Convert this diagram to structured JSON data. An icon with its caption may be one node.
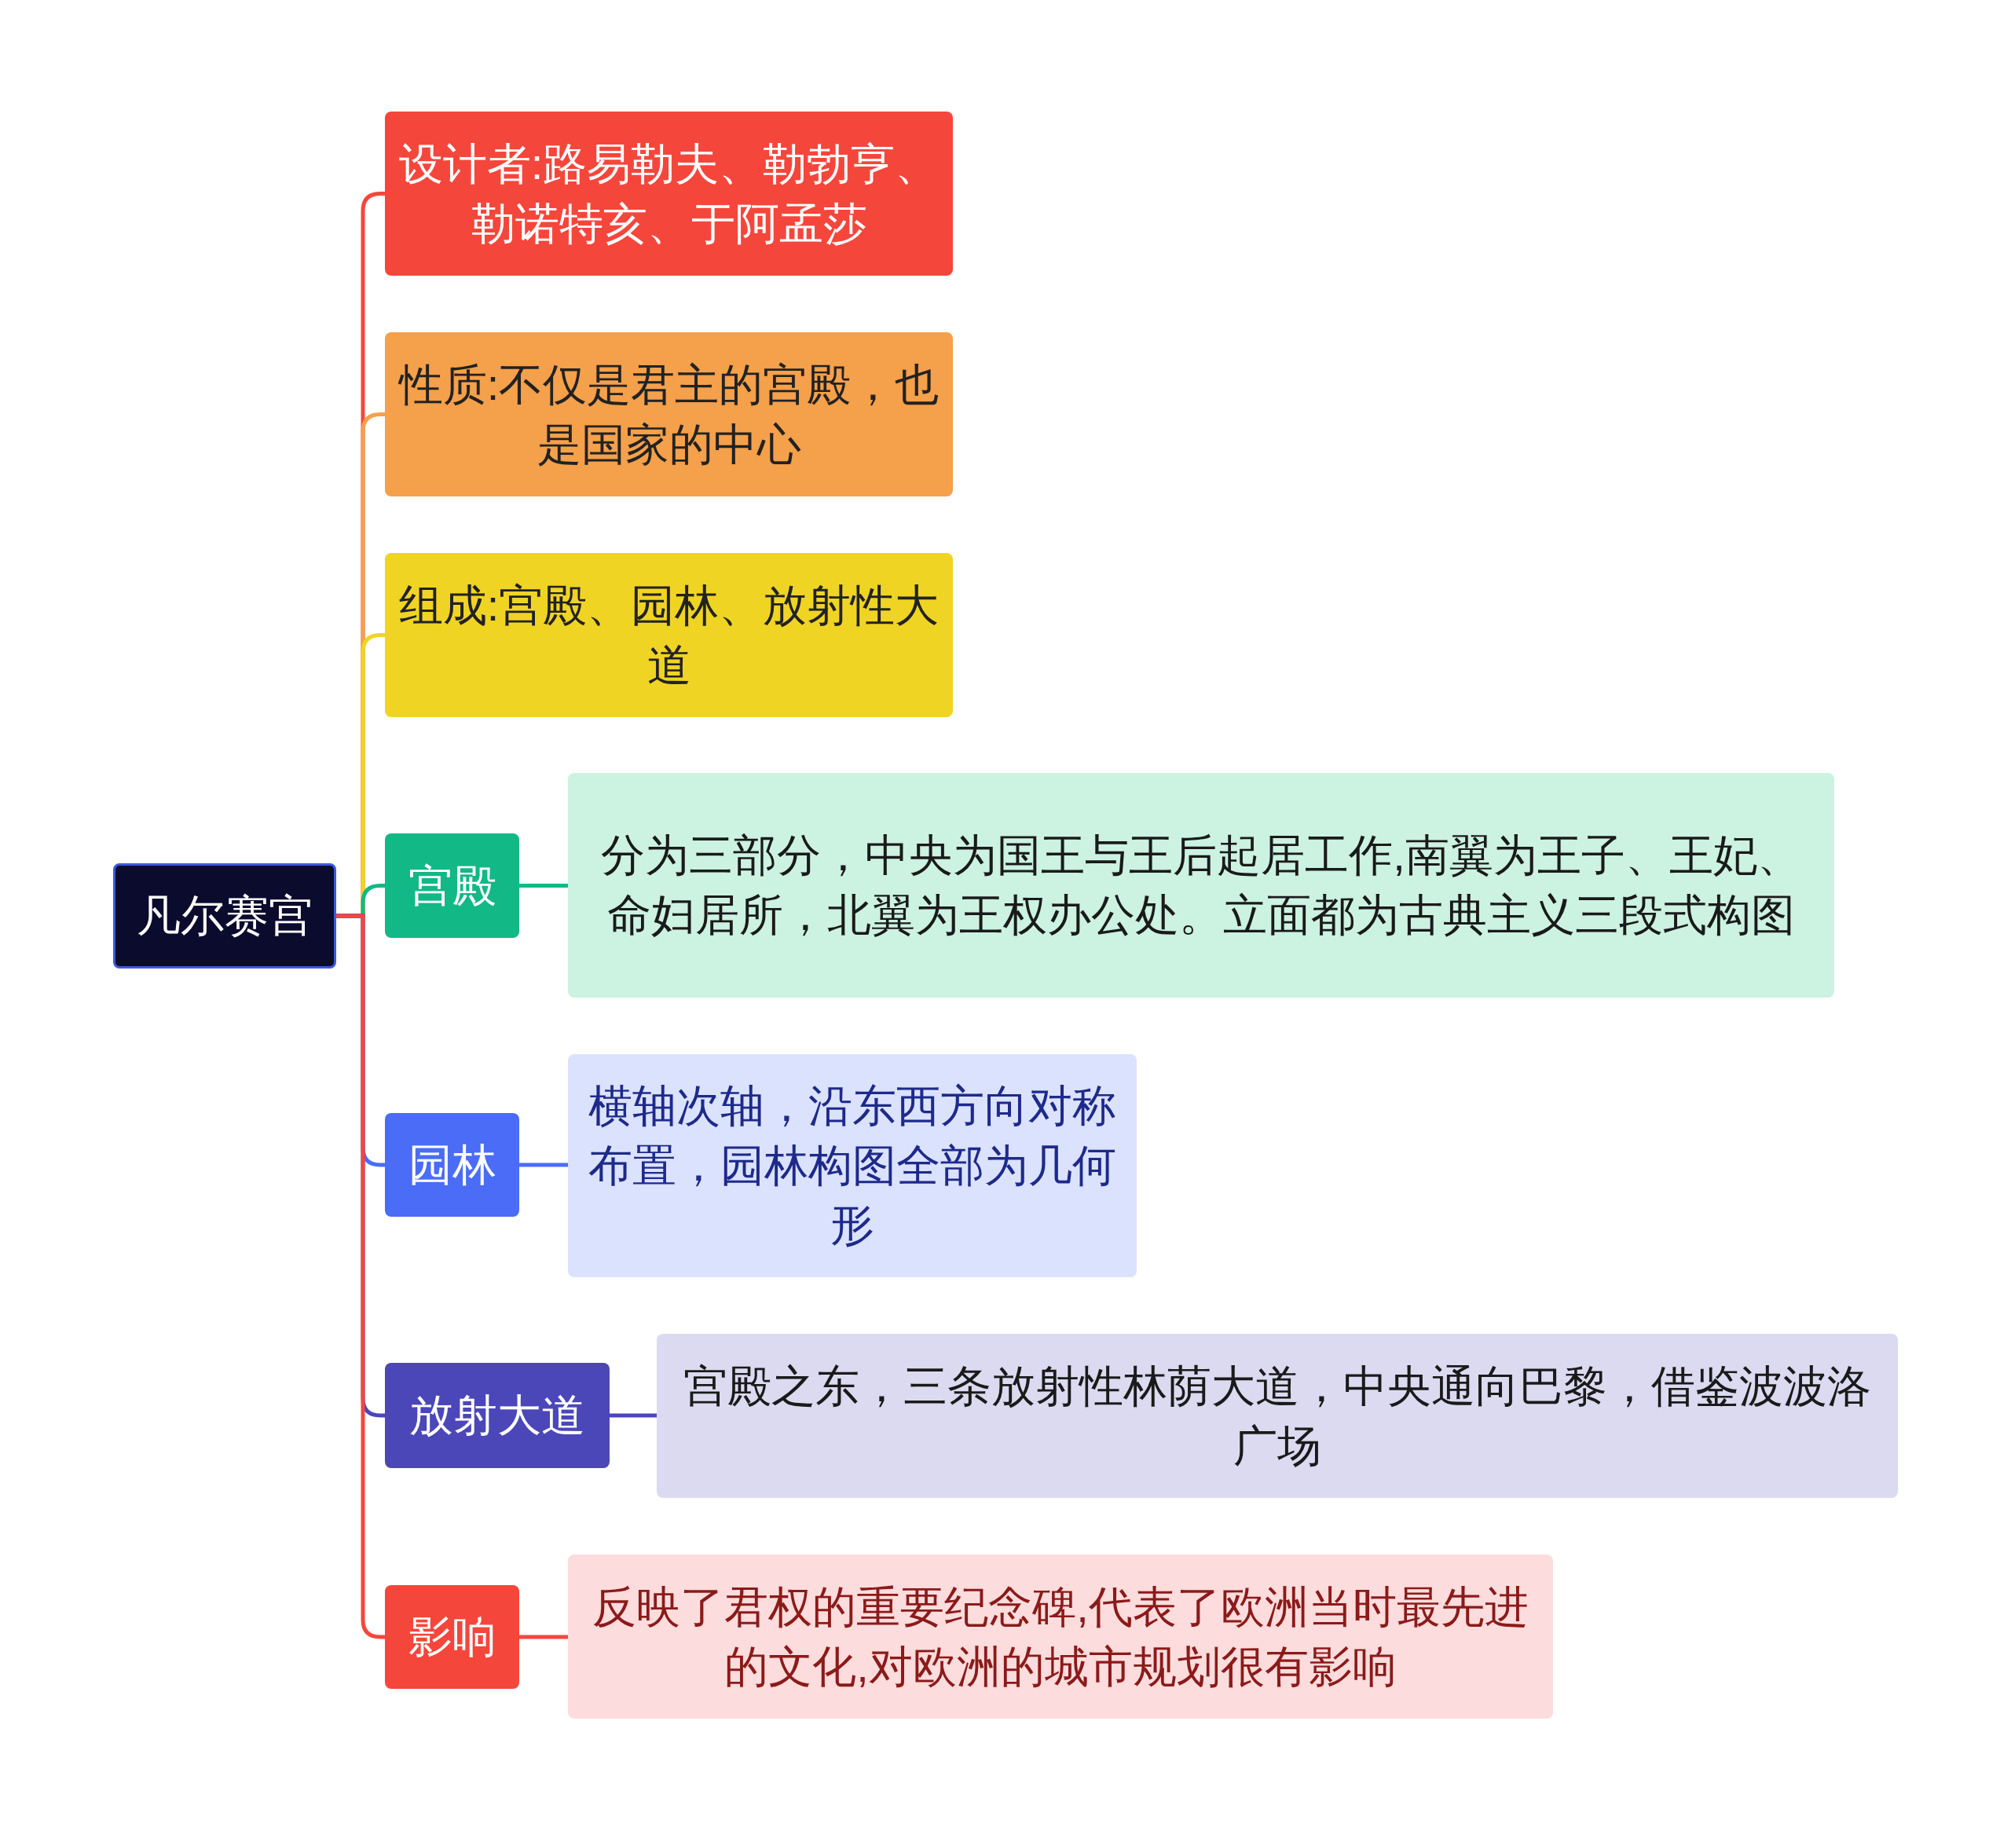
{
  "diagram": {
    "nodes": [
      {
        "text": [
          "凡尔赛宫"
        ]
      },
      {
        "text": [
          "设计者:路易勒夫、勒勃亨、勒诺特亥、于阿孟莎"
        ]
      },
      {
        "text": [
          "性质:不仅是君主的宫殿，也是国家的中心"
        ]
      },
      {
        "text": [
          "组成:宫殿、园林、放射性大道"
        ]
      },
      {
        "text": [
          "宫殿"
        ]
      },
      {
        "text": [
          "分为三部分，中央为国王与王后起居工作,南翼为王子、王妃、命妇居所，北翼为王权办公处。立面都为古典主义三段式构图"
        ]
      },
      {
        "text": [
          "园林"
        ]
      },
      {
        "text": [
          "横轴次轴，沿东西方向对称布置，园林构图全部为几何形"
        ]
      },
      {
        "text": [
          "放射大道"
        ]
      },
      {
        "text": [
          "宫殿之东，三条放射性林荫大道，中央通向巴黎，借鉴波波洛广场"
        ]
      },
      {
        "text": [
          "影响"
        ]
      },
      {
        "text": [
          "反映了君权的重要纪念碑,代表了欧洲当时最先进的文化,对欧洲的城市规划很有影响"
        ]
      }
    ],
    "edges": [
      {
        "from": 0,
        "to": 1,
        "arrow": "none",
        "color": "#f5463c"
      },
      {
        "from": 0,
        "to": 2,
        "arrow": "none",
        "color": "#f5a04a"
      },
      {
        "from": 0,
        "to": 3,
        "arrow": "none",
        "color": "#f0d424"
      },
      {
        "from": 0,
        "to": 4,
        "arrow": "none",
        "color": "#12b886"
      },
      {
        "from": 0,
        "to": 6,
        "arrow": "none",
        "color": "#4a6cf7"
      },
      {
        "from": 0,
        "to": 8,
        "arrow": "none",
        "color": "#4b47b8"
      },
      {
        "from": 0,
        "to": 10,
        "arrow": "none",
        "color": "#f5463c"
      },
      {
        "from": 4,
        "to": 5,
        "arrow": "none",
        "color": "#12b886"
      },
      {
        "from": 6,
        "to": 7,
        "arrow": "none",
        "color": "#4a6cf7"
      },
      {
        "from": 8,
        "to": 9,
        "arrow": "none",
        "color": "#4b47b8"
      },
      {
        "from": 10,
        "to": 11,
        "arrow": "none",
        "color": "#f5463c"
      }
    ]
  }
}
